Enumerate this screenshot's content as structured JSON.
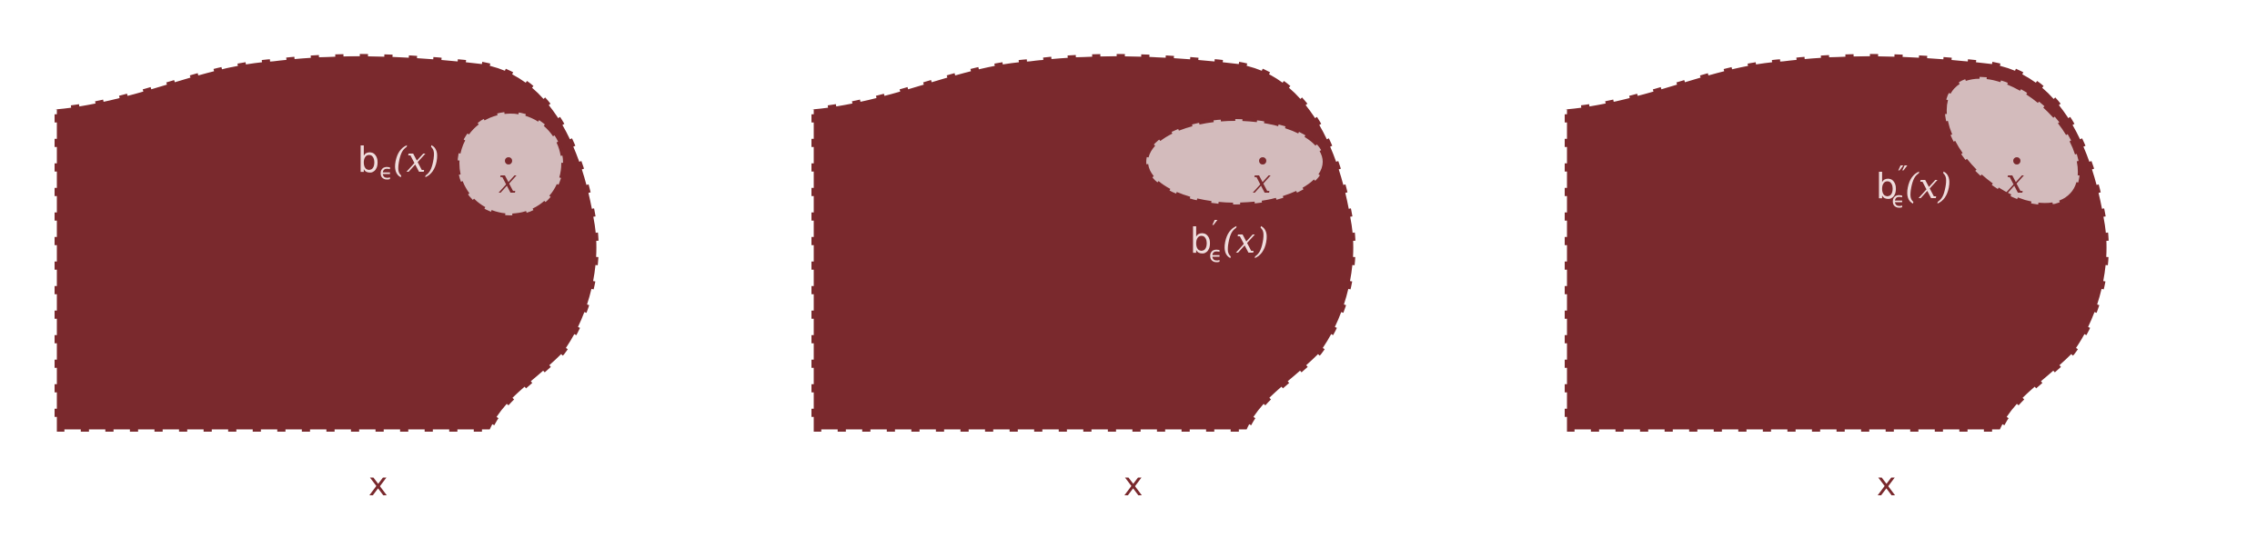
{
  "panels": [
    {
      "ball_label": {
        "base": "b",
        "sub": "ϵ",
        "prime": "",
        "arg": "(x)"
      },
      "point_label": "x",
      "set_label": "x"
    },
    {
      "ball_label": {
        "base": "b",
        "sub": "ϵ",
        "prime": "′",
        "arg": "(x)"
      },
      "point_label": "x",
      "set_label": "x"
    },
    {
      "ball_label": {
        "base": "b",
        "sub": "ϵ",
        "prime": "″",
        "arg": "(x)"
      },
      "point_label": "x",
      "set_label": "x"
    }
  ],
  "colors": {
    "region": "#7a292d",
    "ball": "#d3bbbc",
    "label_light": "#efdcdc"
  }
}
